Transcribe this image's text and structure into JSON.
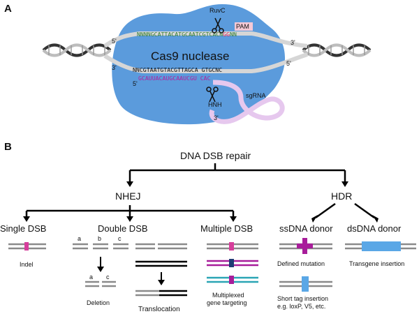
{
  "panel_a": {
    "label": "A",
    "enzyme": "Cas9 nuclease",
    "ruvc": "RuvC",
    "hnh": "HNH",
    "pam": "PAM",
    "sgrna": "sgRNA",
    "top_seq_a": "NNNNGCATTACATGCAATCGT",
    "top_seq_b": "CACN",
    "top_seq_pam": "GG",
    "top_seq_c": "NN",
    "bottom_seq": "NNCGTAATGTACGTTAGCA GTGCNC",
    "rna_seq": "GCAUUACAUGCAAUCGU CAC",
    "prime5_top": "5'",
    "prime3_top": "3'",
    "prime3_bot": "3'",
    "prime5_bot": "5'",
    "rna_5": "5'",
    "rna_3": "3'",
    "colors": {
      "blob": "#5b9bdc",
      "pam": "#d6245c",
      "rna": "#b2209c",
      "loop": "#e6c8ee",
      "dna_strand": "#d9d9d9",
      "helix_dark": "#333333"
    }
  },
  "panel_b": {
    "label": "B",
    "root": "DNA DSB repair",
    "nhej": "NHEJ",
    "hdr": "HDR",
    "single_dsb": "Single DSB",
    "double_dsb": "Double DSB",
    "multiple_dsb": "Multiple DSB",
    "ssdna": "ssDNA donor",
    "dsdna": "dsDNA donor",
    "indel": "Indel",
    "deletion": "Deletion",
    "translocation": "Translocation",
    "multiplexed_1": "Multiplexed",
    "multiplexed_2": "gene targeting",
    "defined_mutation": "Defined mutation",
    "transgene_insertion": "Transgene insertion",
    "short_tag_1": "Short tag insertion",
    "short_tag_2": "e.g. loxP, V5, etc.",
    "seg_a": "a",
    "seg_b": "b",
    "seg_c": "c",
    "colors": {
      "pink": "#d63e9b",
      "purple": "#a81d9a",
      "navy": "#1f3b73",
      "teal": "#2aa5b5",
      "blue": "#5aa7e6",
      "gray": "#8a8a8a"
    }
  }
}
